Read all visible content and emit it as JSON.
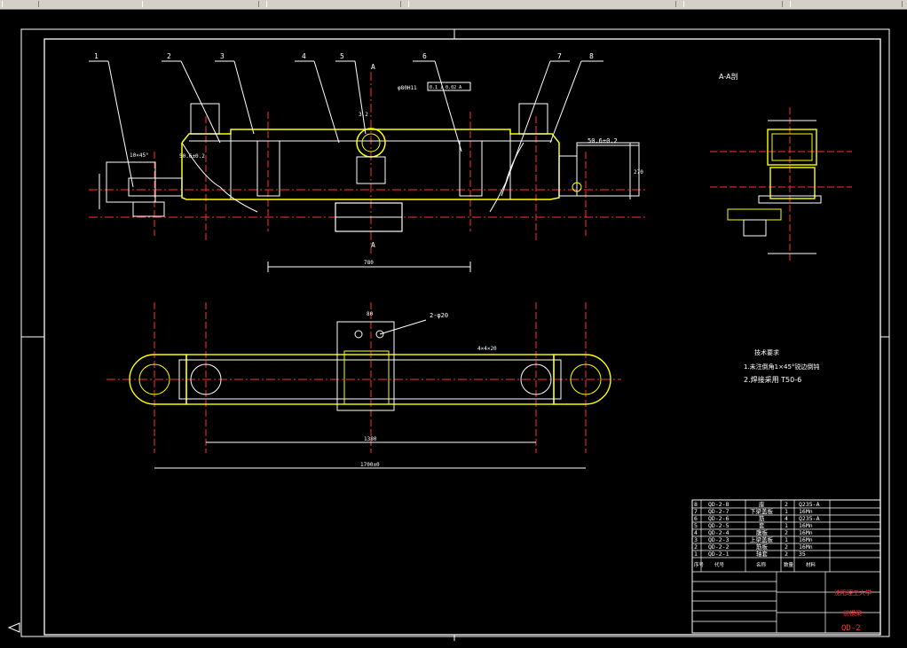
{
  "toolbar": {
    "items": [
      "",
      "",
      "",
      "",
      "",
      ""
    ]
  },
  "drawing": {
    "balloons": [
      "1",
      "2",
      "3",
      "4",
      "5",
      "6",
      "7",
      "8"
    ],
    "section_marks": [
      "A",
      "A"
    ],
    "section_title": "A-A剖",
    "dims_front": {
      "chamfer": "10×45°",
      "d1": "50.6±0.2",
      "d2": "50.6±0.2",
      "length": "780",
      "hole": "φ80H11",
      "tol": "0.1 ⊥ 0.02 A",
      "rough": "3.2",
      "height": "270"
    },
    "dims_top": {
      "holes": "2-φ20",
      "spacing": "80",
      "keyway": "4×4×20",
      "inner": "1380",
      "overall": "1700±0"
    },
    "tech_req": {
      "title": "技术要求",
      "line1": "1.未注倒角1×45°锐边倒钝",
      "line2": "2.焊接采用 T50-6"
    }
  },
  "bom": {
    "rows": [
      {
        "no": "8",
        "code": "QD-2-8",
        "name": "座",
        "qty": "2",
        "mat": "Q235-A"
      },
      {
        "no": "7",
        "code": "QD-2-7",
        "name": "下梁盖板",
        "qty": "1",
        "mat": "16Mn"
      },
      {
        "no": "6",
        "code": "QD-2-6",
        "name": "筋",
        "qty": "4",
        "mat": "Q235-A"
      },
      {
        "no": "5",
        "code": "QD-2-5",
        "name": "套",
        "qty": "1",
        "mat": "16Mn"
      },
      {
        "no": "4",
        "code": "QD-2-4",
        "name": "腹板",
        "qty": "2",
        "mat": "16Mn"
      },
      {
        "no": "3",
        "code": "QD-2-3",
        "name": "上梁盖板",
        "qty": "1",
        "mat": "16Mn"
      },
      {
        "no": "2",
        "code": "QD-2-2",
        "name": "筋板",
        "qty": "2",
        "mat": "16Mn"
      },
      {
        "no": "1",
        "code": "QD-2-1",
        "name": "轴套",
        "qty": "2",
        "mat": "35"
      }
    ],
    "header": {
      "no": "序号",
      "code": "代号",
      "name": "名称",
      "qty": "数量",
      "mat": "材料"
    },
    "school": "沈阳理工大学",
    "part_name": "前横梁",
    "drawing_no": "QD-2"
  },
  "colors": {
    "outline": "#ffffff",
    "yellow": "#ffff00",
    "red": "#ff3030",
    "cyan": "#00ffff",
    "green": "#00ff00"
  }
}
